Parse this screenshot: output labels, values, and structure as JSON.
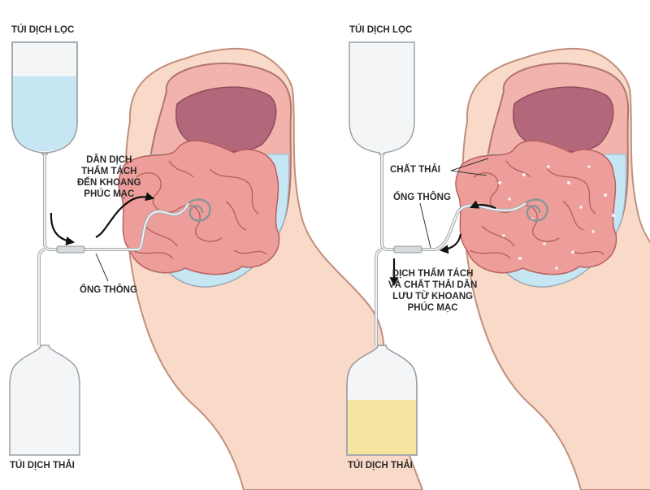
{
  "left_panel": {
    "top_bag_label": "TÚI DỊCH LỌC",
    "bottom_bag_label": "TÚI DỊCH THẢI",
    "flow_label_lines": [
      "DẪN DỊCH",
      "THẨM TÁCH",
      "ĐẾN KHOANG",
      "PHÚC MẠC"
    ],
    "catheter_label": "ỐNG THÔNG"
  },
  "right_panel": {
    "top_bag_label": "TÚI DỊCH LỌC",
    "bottom_bag_label": "TÚI DỊCH THẢI",
    "waste_label": "CHẤT THẢI",
    "catheter_label": "ỐNG THÔNG",
    "drain_label_lines": [
      "DỊCH THẨM TÁCH",
      "VÀ CHẤT THẢI DẪN",
      "LƯU TỪ KHOANG",
      "PHÚC MẠC"
    ]
  },
  "colors": {
    "skin": "#f9d9c8",
    "skin_outline": "#c28f7e",
    "cavity": "#f2b3ad",
    "liver": "#b2677a",
    "intestine": "#ee9e9a",
    "dialysate": "#c5e6f2",
    "waste_fluid": "#f5e3a0",
    "bag": "#f4f5f6"
  }
}
